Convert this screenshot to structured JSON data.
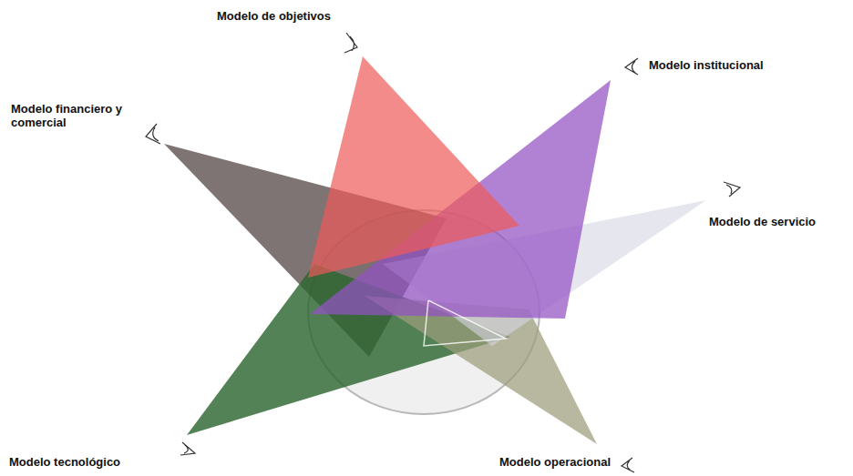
{
  "diagram": {
    "labels": [
      "Modelo de objetivos",
      "Modelo institucional",
      "Modelo financiero y comercial",
      "Modelo de servicio",
      "Modelo tecnológico",
      "Modelo operacional"
    ]
  }
}
